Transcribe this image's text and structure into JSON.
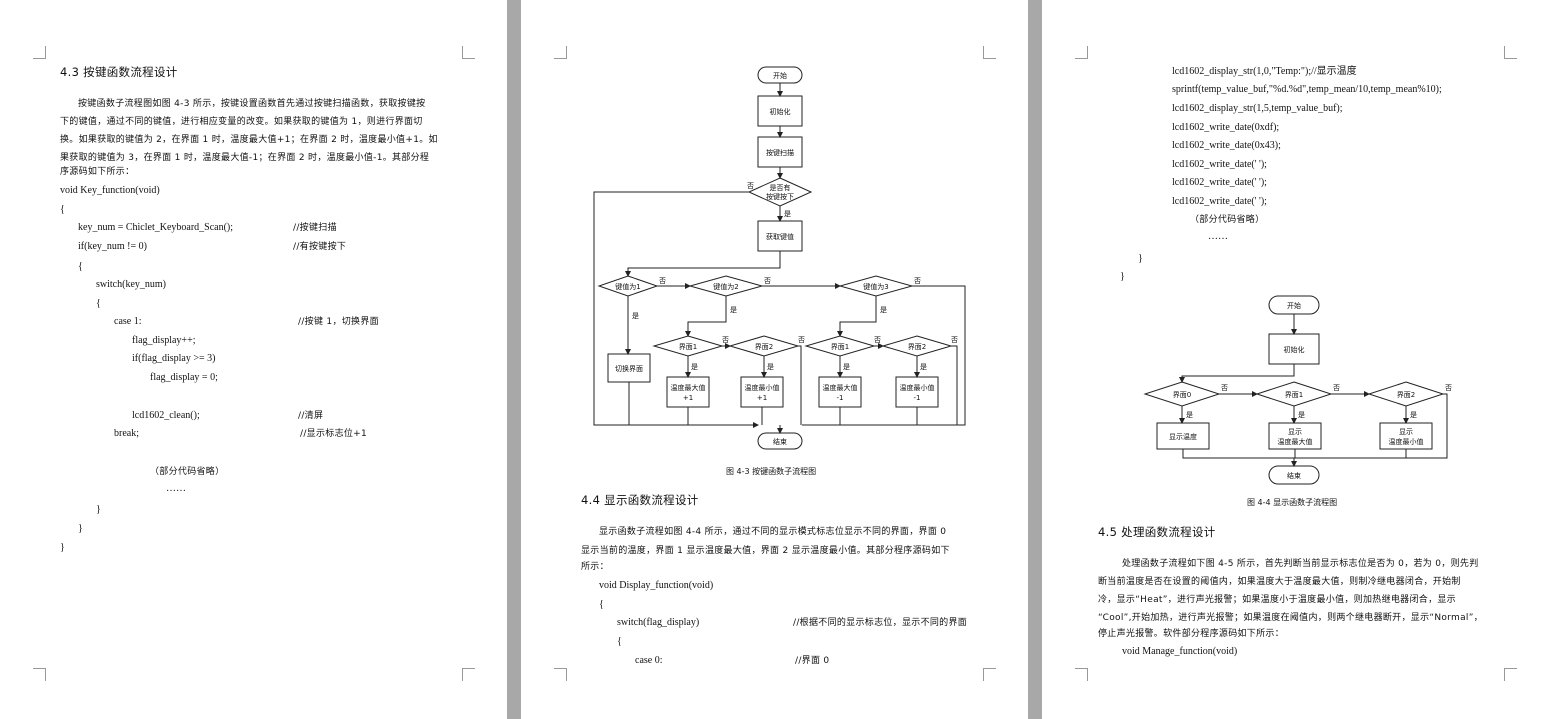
{
  "page1": {
    "heading": "4.3 按键函数流程设计",
    "para": [
      "按键函数子流程图如图 4-3 所示，按键设置函数首先通过按键扫描函数，获取按键按",
      "下的键值，通过不同的键值，进行相应变量的改变。如果获取的键值为 1，则进行界面切",
      "换。如果获取的键值为 2，在界面 1 时，温度最大值+1；在界面 2 时，温度最小值+1。如",
      "果获取的键值为 3，在界面 1 时，温度最大值-1；在界面 2 时，温度最小值-1。其部分程",
      "序源码如下所示："
    ],
    "code": {
      "fn": "void Key_function(void)",
      "open1": "{",
      "scan": "key_num = Chiclet_Keyboard_Scan();",
      "scan_c": "//按键扫描",
      "if": "if(key_num != 0)",
      "if_c": "//有按键按下",
      "open2": "{",
      "switch": "switch(key_num)",
      "open3": "{",
      "case1": "case 1:",
      "case1_c": "//按键 1，切换界面",
      "inc": "flag_display++;",
      "if2": "if(flag_display >= 3)",
      "reset": "flag_display = 0;",
      "clean": "lcd1602_clean();",
      "clean_c": "//清屏",
      "brk": "break;",
      "brk_c": "//显示标志位+1",
      "omit": "（部分代码省略）",
      "dots": "……",
      "close3": "}",
      "close2": "}",
      "close1": "}"
    }
  },
  "page2": {
    "fc": {
      "start": "开始",
      "init": "初始化",
      "scan": "按键扫描",
      "pressed": [
        "是否有",
        "按键按下"
      ],
      "get": "获取键值",
      "k1": "键值为1",
      "k2": "键值为2",
      "k3": "键值为3",
      "s1a": "界面1",
      "s2a": "界面2",
      "s1b": "界面1",
      "s2b": "界面2",
      "switch": "切换界面",
      "maxp": [
        "温度最大值",
        "+1"
      ],
      "minp": [
        "温度最小值",
        "+1"
      ],
      "maxm": [
        "温度最大值",
        "-1"
      ],
      "minm": [
        "温度最小值",
        "-1"
      ],
      "end": "结束",
      "yes": "是",
      "no": "否"
    },
    "caption": "图 4-3   按键函数子流程图",
    "heading": "4.4 显示函数流程设计",
    "para": [
      "显示函数子流程如图 4-4 所示，通过不同的显示模式标志位显示不同的界面，界面 0",
      "显示当前的温度，界面 1 显示温度最大值，界面 2 显示温度最小值。其部分程序源码如下",
      "所示："
    ],
    "code": {
      "fn": "void Display_function(void)",
      "open1": "{",
      "switch": "switch(flag_display)",
      "switch_c": "//根据不同的显示标志位，显示不同的界面",
      "open2": "{",
      "case0": "case 0:",
      "case0_c": "//界面 0"
    }
  },
  "page3": {
    "code": [
      "lcd1602_display_str(1,0,\"Temp:\");//显示温度",
      "sprintf(temp_value_buf,\"%d.%d\",temp_mean/10,temp_mean%10);",
      "lcd1602_display_str(1,5,temp_value_buf);",
      "lcd1602_write_date(0xdf);",
      "lcd1602_write_date(0x43);",
      "lcd1602_write_date(' ');",
      "lcd1602_write_date(' ');",
      "lcd1602_write_date(' ');"
    ],
    "omit": "（部分代码省略）",
    "dots": "……",
    "close1": "}",
    "close2": "}",
    "fc": {
      "start": "开始",
      "init": "初始化",
      "d0": "界面0",
      "d1": "界面1",
      "d2": "界面2",
      "show_t": "显示温度",
      "show_max": [
        "显示",
        "温度最大值"
      ],
      "show_min": [
        "显示",
        "温度最小值"
      ],
      "end": "结束",
      "yes": "是",
      "no": "否"
    },
    "caption": "图 4-4   显示函数子流程图",
    "heading": "4.5 处理函数流程设计",
    "para": [
      "处理函数子流程如下图 4-5 所示，首先判断当前显示标志位是否为 0，若为 0，则先判",
      "断当前温度是否在设置的阈值内，如果温度大于温度最大值，则制冷继电器闭合，开始制",
      "冷，显示“Heat”，进行声光报警；如果温度小于温度最小值，则加热继电器闭合，显示",
      "“Cool”,开始加热，进行声光报警；如果温度在阈值内，则两个继电器断开，显示“Normal”，",
      "停止声光报警。软件部分程序源码如下所示："
    ],
    "fn": "void Manage_function(void)"
  }
}
